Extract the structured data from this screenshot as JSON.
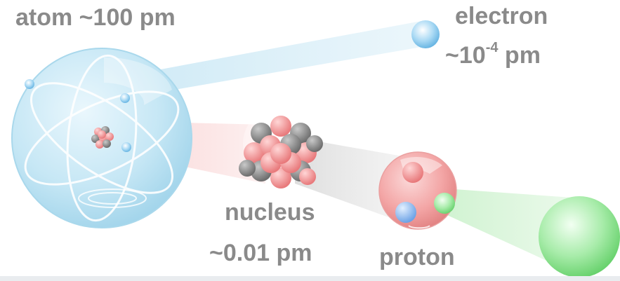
{
  "labels": {
    "atom": "atom ~100 pm",
    "electron_name": "electron",
    "electron_prefix": "~10",
    "electron_exp": "-4",
    "electron_unit": " pm",
    "nucleus_name": "nucleus",
    "nucleus_size": "~0.01 pm",
    "proton_name": "proton"
  },
  "colors": {
    "label_text": "#8a8a8a",
    "atom_blue": "#bfe3f3",
    "electron_blue": "#8fcbee",
    "nucleus_proton_red": "#f39a9a",
    "neutron_gray": "#8c8c8c",
    "quark_green": "#8fe08f",
    "quark_blue": "#8ab8ee"
  }
}
